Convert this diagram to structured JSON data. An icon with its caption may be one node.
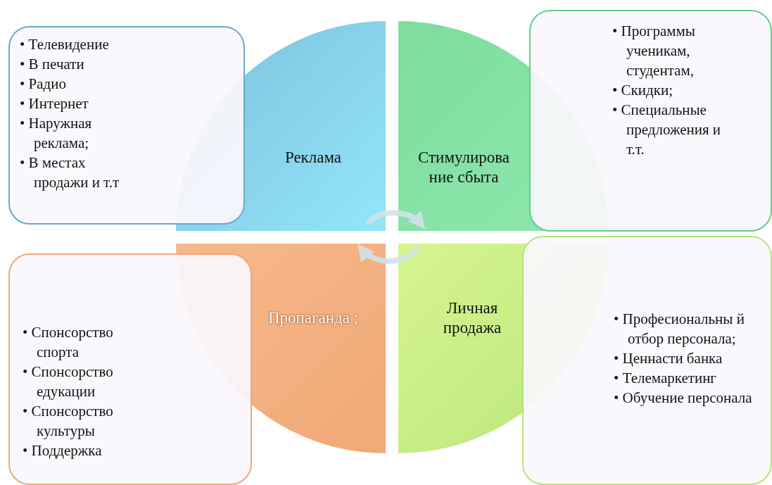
{
  "diagram": {
    "nodes": [
      {
        "text": [
          "Реклама"
        ]
      },
      {
        "text": [
          "• Телевидение",
          "• В печати",
          "• Радио",
          "• Интернет",
          "• Наружная реклама;",
          "• В местах продажи и т.т"
        ]
      },
      {
        "text": [
          "Стимулирова ние сбыта"
        ]
      },
      {
        "text": [
          "• Программы ученикам, студентам,",
          "• Скидки;",
          "• Специальные предложения и т.т."
        ]
      },
      {
        "text": [
          "Пропаганда ;"
        ]
      },
      {
        "text": [
          "• Спонсорство спорта",
          "• Спонсорство едукации",
          "• Спонсорство культуры",
          "• Поддержка"
        ]
      },
      {
        "text": [
          "Личная продажа"
        ]
      },
      {
        "text": [
          "• Професиональны й отбор персонала;",
          "• Ценнасти банка",
          "• Телемаркетинг",
          "• Обучение персонала"
        ]
      }
    ],
    "edges": [
      {
        "from": 0,
        "to": 2,
        "arrow": "to"
      },
      {
        "from": 6,
        "to": 4,
        "arrow": "to"
      }
    ]
  }
}
